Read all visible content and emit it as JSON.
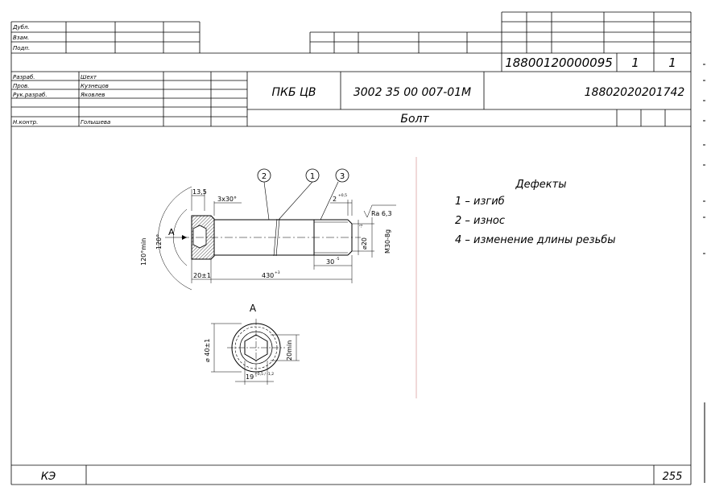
{
  "top_left_labels": [
    "Дубл.",
    "Взам.",
    "Подп."
  ],
  "codes": {
    "doc_number": "18800120000095",
    "sheet": "1",
    "sheets": "1",
    "org": "ПКБ ЦВ",
    "designation": "3002 35 00 007-01М",
    "code2": "18802020201742",
    "part_name": "Болт"
  },
  "roles": [
    {
      "role": "Разраб.",
      "name": "Шехт"
    },
    {
      "role": "Пров.",
      "name": "Кузнецов"
    },
    {
      "role": "Рук.разраб.",
      "name": "Яковлев"
    },
    {
      "role": "",
      "name": ""
    },
    {
      "role": "Н.контр.",
      "name": "Голышева"
    }
  ],
  "drawing": {
    "callouts": [
      "2",
      "1",
      "3"
    ],
    "dim_13_5": "13,5",
    "dim_chamfer": "3х30°",
    "dim_2": "2",
    "dim_2_tol": "+0,5",
    "roughness": "Ra 6,3",
    "angle_min": "120°min",
    "angle": "120°",
    "view_arrow": "А",
    "dia20": "⌀20",
    "dia20_tol": "-1",
    "thread": "М30-8g",
    "dim_30": "30",
    "dim_30_tol": "-5",
    "dim_20": "20±1",
    "dim_430": "430",
    "dim_430_tol": "+3",
    "view_label": "А",
    "dia40": "⌀ 40±1",
    "dim_20min": "20min",
    "dim_19": "19",
    "dim_19_tol": "+0,5 / -1,2"
  },
  "defects": {
    "title": "Дефекты",
    "items": [
      "1  – изгиб",
      "2  – износ",
      "4  – изменение длины резьбы"
    ]
  },
  "footer": {
    "left": "КЭ",
    "right": "255"
  }
}
